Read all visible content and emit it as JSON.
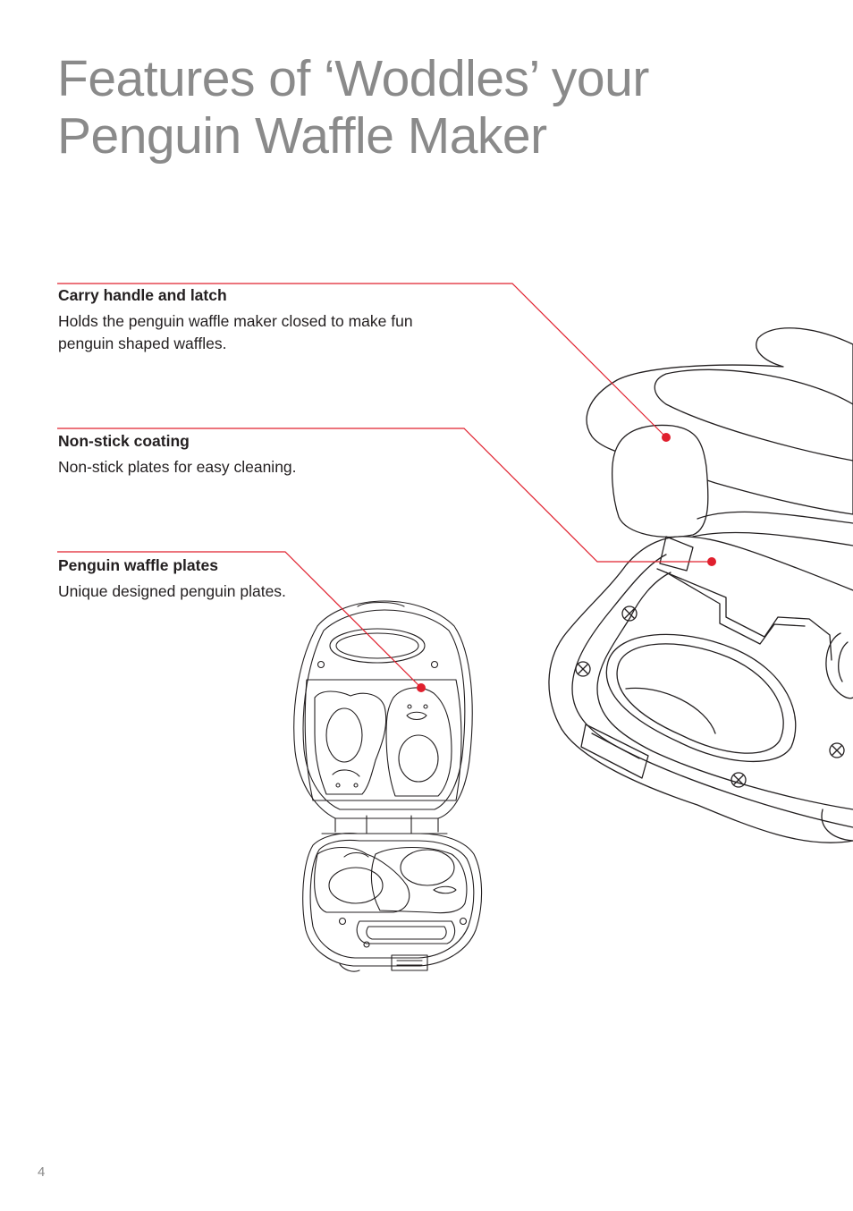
{
  "page": {
    "title": "Features of ‘Woddles’ your Penguin Waffle Maker",
    "page_number": "4"
  },
  "features": [
    {
      "heading": "Carry handle and latch",
      "description": "Holds the penguin waffle maker closed to make fun penguin shaped waffles."
    },
    {
      "heading": "Non-stick coating",
      "description": "Non-stick plates for easy cleaning."
    },
    {
      "heading": "Penguin waffle plates",
      "description": "Unique designed penguin plates."
    }
  ],
  "colors": {
    "callout_line": "#e0202e",
    "title_text": "#8a8a8a",
    "body_text": "#231f20",
    "illustration_stroke": "#231f20"
  }
}
